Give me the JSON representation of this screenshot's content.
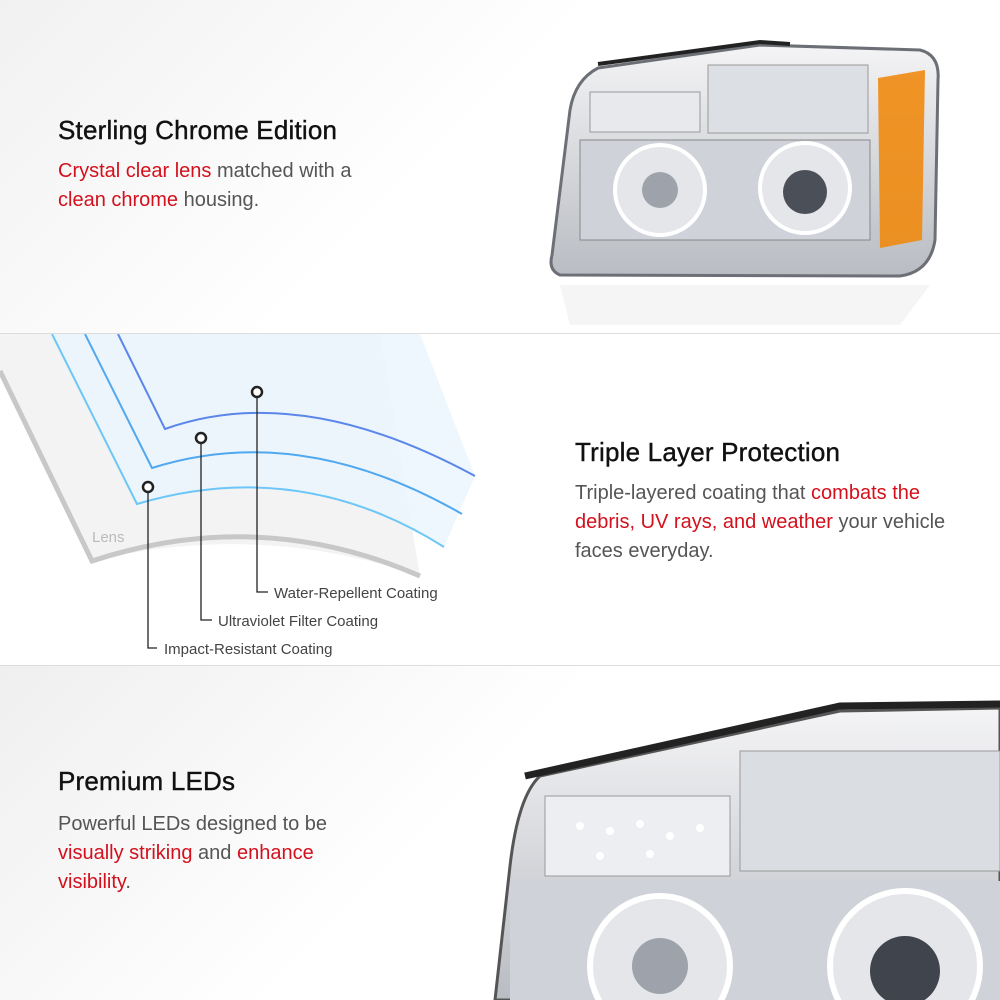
{
  "sections": [
    {
      "title": "Sterling Chrome Edition",
      "body": [
        {
          "t": "Crystal clear lens",
          "red": true
        },
        {
          "t": " matched with a ",
          "red": false
        },
        {
          "t": "clean chrome",
          "red": true
        },
        {
          "t": " housing.",
          "red": false
        }
      ]
    },
    {
      "title": "Triple Layer Protection",
      "body": [
        {
          "t": "Triple-layered coating that ",
          "red": false
        },
        {
          "t": "combats the debris, UV rays, and weather",
          "red": true
        },
        {
          "t": " your vehicle faces everyday.",
          "red": false
        }
      ],
      "diagram": {
        "lens_label": "Lens",
        "layers": [
          "Water-Repellent Coating",
          "Ultraviolet Filter Coating",
          "Impact-Resistant Coating"
        ]
      }
    },
    {
      "title": "Premium LEDs",
      "body": [
        {
          "t": "Powerful LEDs designed to be ",
          "red": false
        },
        {
          "t": "visually striking",
          "red": true
        },
        {
          "t": " and ",
          "red": false
        },
        {
          "t": "enhance visibility",
          "red": true
        },
        {
          "t": ".",
          "red": false
        }
      ]
    }
  ],
  "colors": {
    "accent": "#d3101c",
    "amber": "#f08a10",
    "layer_blue": "#5aa9f0"
  }
}
